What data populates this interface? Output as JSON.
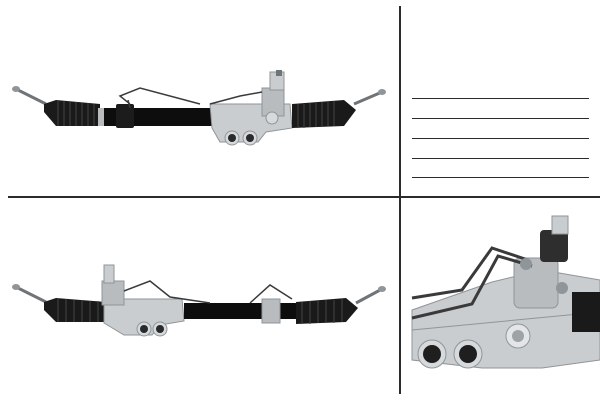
{
  "figure": {
    "background": "#ffffff",
    "line_color": "#2b2b2b",
    "panels": [
      {
        "id": "rack-top-view",
        "description_icon": "steering-rack-icon"
      },
      {
        "id": "rack-bottom-view",
        "description_icon": "steering-rack-icon"
      },
      {
        "id": "valve-detail-view",
        "description_icon": "steering-valve-closeup-icon"
      }
    ],
    "note_lines_count": 5
  },
  "colors": {
    "boot": "#1a1a1a",
    "tube": "#0d0d0d",
    "aluminum": "#c9cdd0",
    "aluminum_dark": "#8f9598",
    "steel": "#b8bcbf",
    "pipe": "#3a3a3a",
    "bushing": "#2a2a2a"
  }
}
